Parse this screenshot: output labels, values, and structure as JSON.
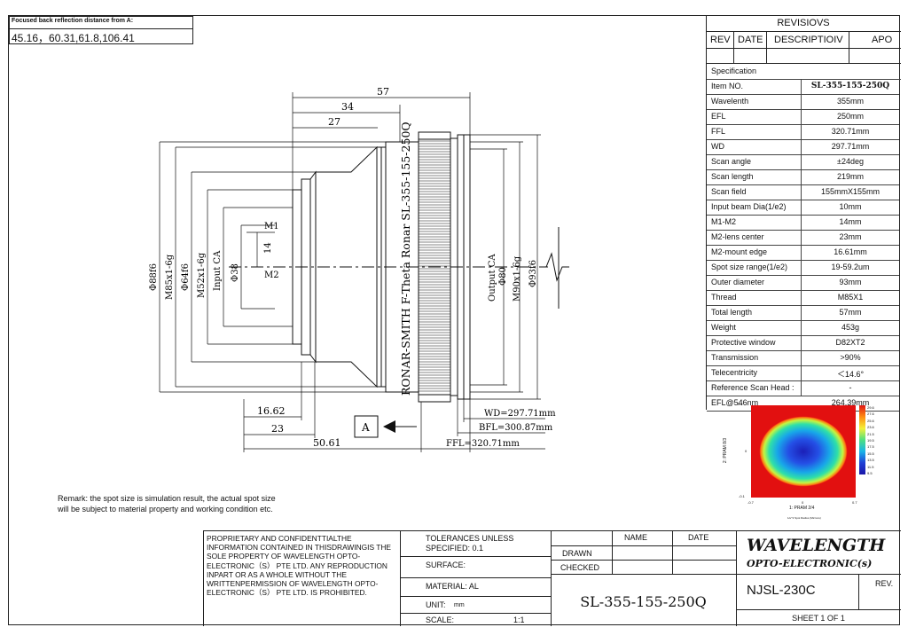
{
  "focus_note": {
    "title": "Focused back reflection distance from A:",
    "values": "45.16，60.31,61.8,106.41"
  },
  "revisions": {
    "title": "REVISIOVS",
    "headers": [
      "REV",
      "DATE",
      "DESCRIPTIOIV",
      "APO"
    ]
  },
  "spec": {
    "title": "Specification",
    "rows": [
      {
        "k": "Item NO.",
        "v": "SL-355-155-250Q"
      },
      {
        "k": "Wavelenth",
        "v": "355mm"
      },
      {
        "k": "EFL",
        "v": "250mm"
      },
      {
        "k": "FFL",
        "v": "320.71mm"
      },
      {
        "k": "WD",
        "v": "297.71mm"
      },
      {
        "k": "Scan angle",
        "v": "±24deg"
      },
      {
        "k": "Scan length",
        "v": "219mm"
      },
      {
        "k": "Scan field",
        "v": "155mmX155mm"
      },
      {
        "k": "Input beam Dia(1/e2)",
        "v": "10mm"
      },
      {
        "k": "M1-M2",
        "v": "14mm"
      },
      {
        "k": "M2-lens center",
        "v": "23mm"
      },
      {
        "k": "M2-mount edge",
        "v": "16.61mm"
      },
      {
        "k": "Spot size range(1/e2)",
        "v": "19-59.2um"
      },
      {
        "k": "Outer diameter",
        "v": "93mm"
      },
      {
        "k": "Thread",
        "v": "M85X1"
      },
      {
        "k": "Total length",
        "v": "57mm"
      },
      {
        "k": "Weight",
        "v": "453g"
      },
      {
        "k": "Protective window",
        "v": "D82XT2"
      },
      {
        "k": "Transmission",
        "v": ">90%"
      },
      {
        "k": "Telecentricity",
        "v": "＜14.6°"
      },
      {
        "k": "Reference Scan Head :",
        "v": "-"
      },
      {
        "k": "EFL@546nm",
        "v": "264.39mm"
      }
    ]
  },
  "heatmap": {
    "ylabel": "2: PRAM 8/3",
    "xlabel": "1: PRAM 2/4",
    "caption": "1/e^2 Spot Radius (Microns)",
    "xticks": [
      "-0.7",
      "0",
      "0.7"
    ],
    "yticks": [
      "0.1",
      "0",
      "-0.1"
    ],
    "scale": [
      "29.6",
      "27.6",
      "25.6",
      "23.6",
      "21.5",
      "19.5",
      "17.5",
      "15.5",
      "13.5",
      "11.5",
      "9.5"
    ]
  },
  "drawing": {
    "dims_top": [
      "57",
      "34",
      "27"
    ],
    "left_diams": [
      "Φ88f6",
      "M85x1-6g",
      "Φ64f6",
      "M52x1-6g",
      "Input CA",
      "Φ38"
    ],
    "m_labels": [
      "M1",
      "14",
      "M2"
    ],
    "lens_text": "RONAR-SMITH F-Theta Ronar SL-355-155-250Q",
    "right_diams": [
      "Output CA",
      "Φ80",
      "M90x1-6g",
      "Φ93f6"
    ],
    "dims_bottom": [
      "16.62",
      "23",
      "50.61"
    ],
    "dims_bottom_right": [
      "WD=297.71mm",
      "BFL=300.87mm",
      "FFL=320.71mm"
    ],
    "marker": "A"
  },
  "remark": [
    "Remark: the spot size is simulation result, the actual spot size",
    "will be subject to material property and working condition etc."
  ],
  "title_block": {
    "proprietary": "PROPRIETARY AND CONFIDENTTIALTHE INFORMATION CONTAINED IN THISDRAWINGIS THE SOLE PROPERTY OF WAVELENGTH OPTO-ELECTRONIC（S） PTE LTD. ANY REPRODUCTION INPART OR AS A WHOLE WITHOUT THE WRITTENPERMISSION OF WAVELENGTH OPTO-ELECTRONIC（S） PTE LTD. IS PROHIBITED.",
    "tolerances": "TOLERANCES UNLESS SPECIFIED: 0.1",
    "surface": "SURFACE:",
    "material": "MATERIAL: AL",
    "unit": "UNIT:",
    "unit_value": "mm",
    "scale": "SCALE:",
    "scale_value": "1:1",
    "name_header": "NAME",
    "date_header": "DATE",
    "drawn": "DRAWN",
    "checked": "CHECKED",
    "part_no": "SL-355-155-250Q",
    "company": "WAVELENGTH",
    "company_sub": "OPTO-ELECTRONIC(s)",
    "drawing_no": "NJSL-230C",
    "rev": "REV.",
    "sheet": "SHEET 1 OF 1"
  }
}
